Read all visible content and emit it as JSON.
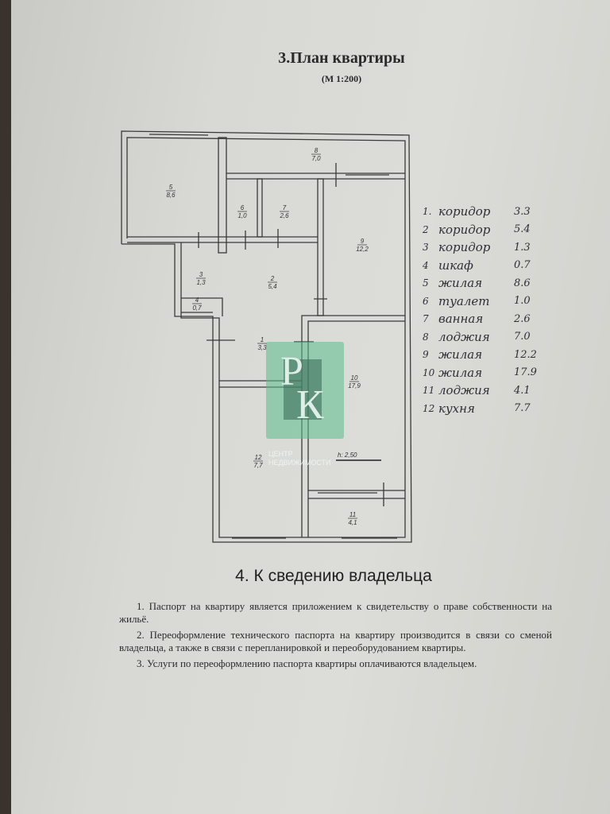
{
  "header": {
    "title": "3.План  квартиры",
    "scale": "(М 1:200)"
  },
  "plan": {
    "height_label": "h: 2,50",
    "rooms": [
      {
        "num": "1",
        "area": "3,3"
      },
      {
        "num": "2",
        "area": "5,4"
      },
      {
        "num": "3",
        "area": "1,3"
      },
      {
        "num": "4",
        "area": "0,7"
      },
      {
        "num": "5",
        "area": "8,6"
      },
      {
        "num": "6",
        "area": "1,0"
      },
      {
        "num": "7",
        "area": "2,6"
      },
      {
        "num": "8",
        "area": "7,0"
      },
      {
        "num": "9",
        "area": "12,2"
      },
      {
        "num": "10",
        "area": "17,9"
      },
      {
        "num": "11",
        "area": "4,1"
      },
      {
        "num": "12",
        "area": "7,7"
      }
    ]
  },
  "legend": [
    {
      "n": "1.",
      "name": "коридор",
      "v": "3.3"
    },
    {
      "n": "2",
      "name": "коридор",
      "v": "5.4"
    },
    {
      "n": "3",
      "name": "коридор",
      "v": "1.3"
    },
    {
      "n": "4",
      "name": "шкаф",
      "v": "0.7"
    },
    {
      "n": "5",
      "name": "жилая",
      "v": "8.6"
    },
    {
      "n": "6",
      "name": "туалет",
      "v": "1.0"
    },
    {
      "n": "7",
      "name": "ванная",
      "v": "2.6"
    },
    {
      "n": "8",
      "name": "лоджия",
      "v": "7.0"
    },
    {
      "n": "9",
      "name": "жилая",
      "v": "12.2"
    },
    {
      "n": "10",
      "name": "жилая",
      "v": "17.9"
    },
    {
      "n": "11",
      "name": "лоджия",
      "v": "4.1"
    },
    {
      "n": "12",
      "name": "кухня",
      "v": "7.7"
    }
  ],
  "watermark": {
    "letter1": "Р",
    "letter2": "К",
    "line1": "ЦЕНТР",
    "line2": "НЕДВИЖИМОСТИ"
  },
  "section4": {
    "title": "4. К сведению владельца",
    "items": [
      "1. Паспорт  на квартиру является приложением к свидетельству о праве собственности на жильё.",
      "2. Переоформление технического паспорта на квартиру  производится в связи со сменой владельца, а также в связи с перепланировкой и переоборудованием квартиры.",
      "3. Услуги по переоформлению паспорта квартиры оплачиваются владельцем."
    ]
  }
}
